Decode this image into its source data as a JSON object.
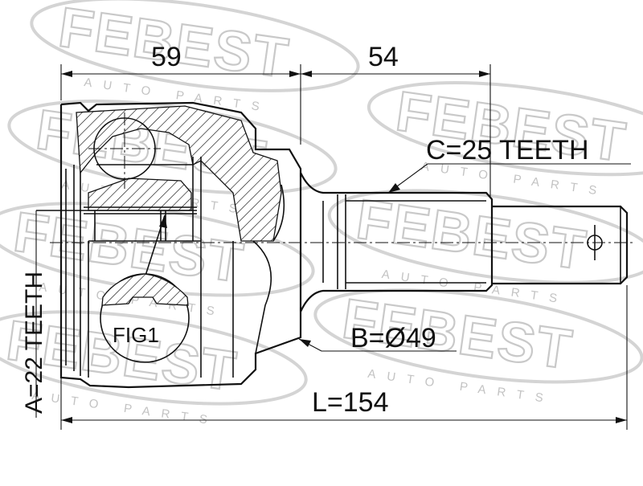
{
  "watermark": {
    "brand": "FEBEST",
    "tagline": "AUTO PARTS",
    "color": "#c9c9c9"
  },
  "dimensions": {
    "width_left": "59",
    "width_right": "54",
    "outer_teeth": "C=25 TEETH",
    "inner_teeth": "A=22 TEETH",
    "seal_diameter": "B=Ø49",
    "total_length": "L=154"
  },
  "figure_label": "FIG1",
  "colors": {
    "line": "#111111",
    "background": "#ffffff",
    "watermark": "#c9c9c9"
  }
}
